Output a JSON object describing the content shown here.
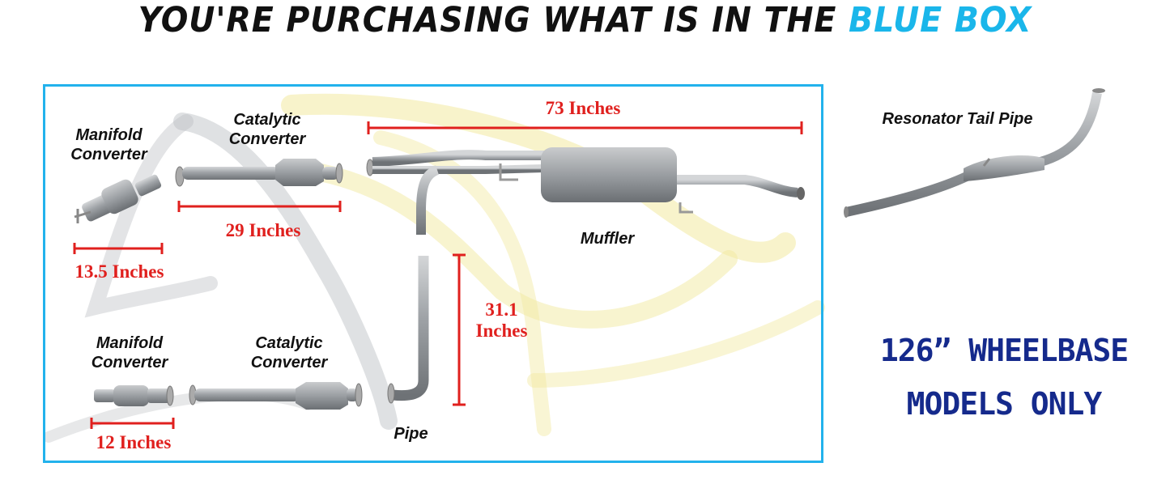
{
  "header": {
    "prefix": "YOU'RE PURCHASING WHAT IS IN THE",
    "highlight": "BLUE BOX"
  },
  "parts": {
    "manifold_top": "Manifold\nConverter",
    "catalytic_top": "Catalytic\nConverter",
    "muffler": "Muffler",
    "resonator": "Resonator Tail Pipe",
    "manifold_bottom": "Manifold\nConverter",
    "catalytic_bottom": "Catalytic\nConverter",
    "pipe": "Pipe"
  },
  "dimensions": {
    "muffler_length": "73 Inches",
    "catalytic_top_length": "29 Inches",
    "manifold_top_length": "13.5 Inches",
    "pipe_height": "31.1\nInches",
    "manifold_bottom_length": "12 Inches"
  },
  "notice": {
    "line1": "126” WHEELBASE",
    "line2": "MODELS ONLY"
  },
  "colors": {
    "box_border": "#22b2ec",
    "highlight": "#1ab6ea",
    "dimension": "#e0201e",
    "notice": "#152a8c"
  }
}
